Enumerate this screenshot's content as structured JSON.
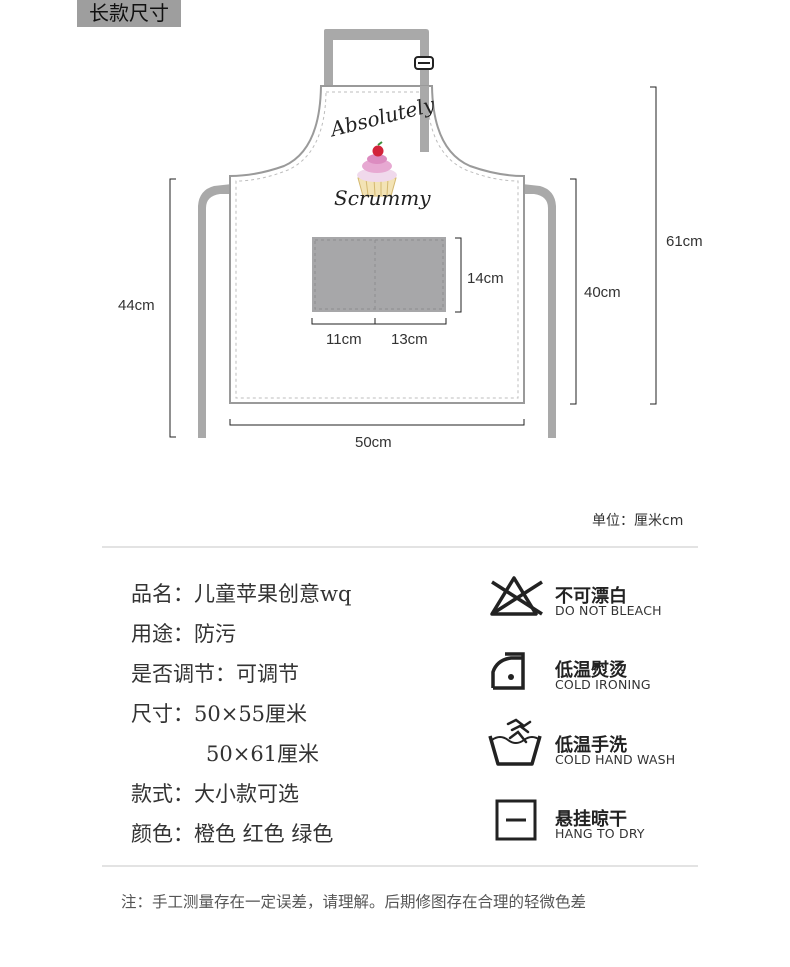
{
  "header": {
    "tag": "长款尺寸"
  },
  "apron": {
    "print_top": "Absolutely",
    "print_bottom": "Scrummy",
    "dims": {
      "total_height": "61cm",
      "body_height": "40cm",
      "side_height": "44cm",
      "width": "50cm",
      "pocket_height": "14cm",
      "pocket_left": "11cm",
      "pocket_right": "13cm"
    },
    "unit_note": "单位：厘米cm"
  },
  "specs": [
    "品名：儿童苹果创意wq",
    "用途：防污",
    "是否调节：可调节",
    "尺寸：50×55厘米",
    "50×61厘米",
    "款式：大小款可选",
    "颜色：橙色 红色 绿色"
  ],
  "care": [
    {
      "icon": "no-bleach-icon",
      "cn": "不可漂白",
      "en": "DO NOT BLEACH"
    },
    {
      "icon": "low-iron-icon",
      "cn": "低温熨烫",
      "en": "COLD IRONING"
    },
    {
      "icon": "hand-wash-icon",
      "cn": "低温手洗",
      "en": "COLD HAND WASH"
    },
    {
      "icon": "hang-dry-icon",
      "cn": "悬挂晾干",
      "en": "HANG TO DRY"
    }
  ],
  "footer_note": "注：手工测量存在一定误差，请理解。后期修图存在合理的轻微色差",
  "colors": {
    "strap": "#a9a9a9",
    "pocket": "#a7a7a9",
    "outline": "#9a9a9a",
    "tag_bg": "#9e9e9e"
  }
}
